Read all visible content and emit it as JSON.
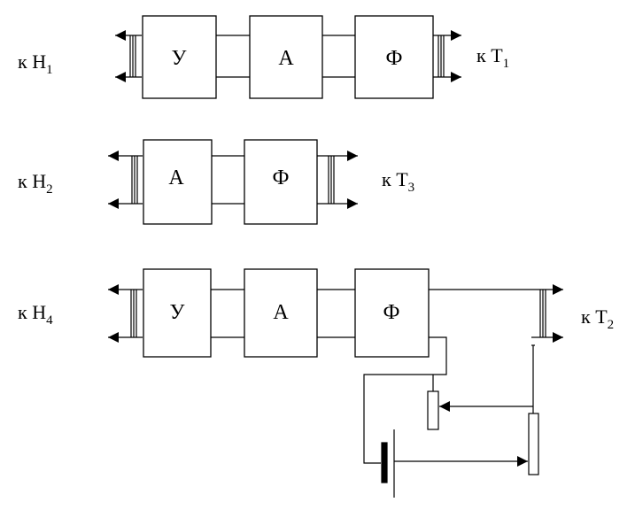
{
  "rows": [
    {
      "id": "row1",
      "left_label": {
        "prefix": "к Н",
        "sub": "1"
      },
      "right_label": {
        "prefix": "к Т",
        "sub": "1"
      },
      "blocks": [
        "У",
        "А",
        "Ф"
      ]
    },
    {
      "id": "row2",
      "left_label": {
        "prefix": "к Н",
        "sub": "2"
      },
      "right_label": {
        "prefix": "к Т",
        "sub": "3"
      },
      "blocks": [
        "А",
        "Ф"
      ]
    },
    {
      "id": "row3",
      "left_label": {
        "prefix": "к Н",
        "sub": "4"
      },
      "right_label": {
        "prefix": "к Т",
        "sub": "2"
      },
      "blocks": [
        "У",
        "А",
        "Ф"
      ]
    }
  ]
}
